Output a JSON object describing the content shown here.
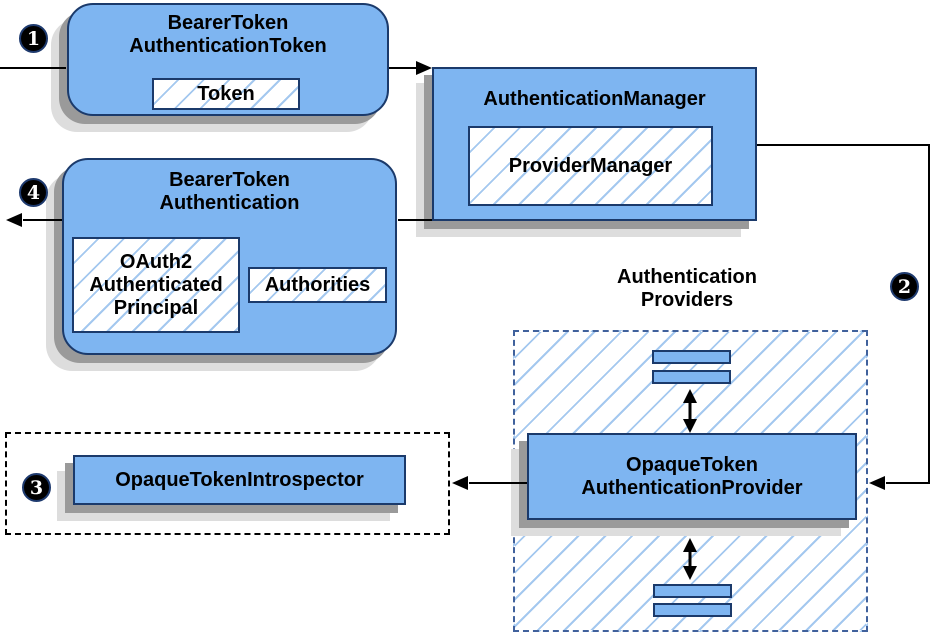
{
  "badges": {
    "step_1": "1",
    "step_2": "2",
    "step_3": "3",
    "step_4": "4"
  },
  "nodes": {
    "bearer_token_authentication_token": {
      "title": "BearerToken\nAuthenticationToken",
      "member_token": "Token"
    },
    "authentication_manager": {
      "title": "AuthenticationManager",
      "member_provider_manager": "ProviderManager"
    },
    "bearer_token_authentication": {
      "title": "BearerToken\nAuthentication",
      "member_principal": "OAuth2\nAuthenticated\nPrincipal",
      "member_authorities": "Authorities"
    },
    "opaque_token_introspector": {
      "title": "OpaqueTokenIntrospector"
    },
    "authentication_providers": {
      "label": "Authentication\nProviders",
      "provider_title": "OpaqueToken\nAuthenticationProvider"
    }
  },
  "colors": {
    "node_fill": "#7eb5f1",
    "node_border": "#1b3a6b",
    "hatch_line": "#a4c8ef",
    "providers_dash_border": "#40619c",
    "introspector_dash_border": "#000000",
    "shadow_dark": "#9a9a9a",
    "shadow_light": "#dddddd",
    "connector": "#000000",
    "badge_fill": "#000000",
    "badge_text": "#ffffff"
  }
}
